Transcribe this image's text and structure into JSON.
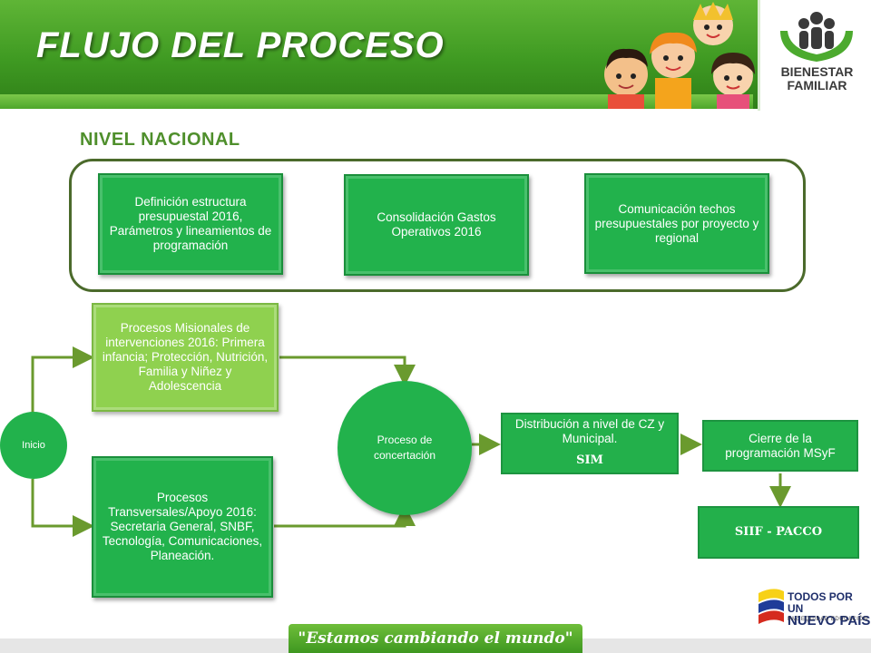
{
  "header": {
    "title": "FLUJO DEL PROCESO",
    "logo_line1": "BIENESTAR",
    "logo_line2": "FAMILIAR",
    "brand_color": "#3f9a22"
  },
  "section": {
    "subtitle": "NIVEL NACIONAL"
  },
  "national": {
    "box1": "Definición estructura presupuestal  2016, Parámetros  y lineamientos de programación",
    "box2": "Consolidación Gastos Operativos 2016",
    "box3": "Comunicación techos presupuestales  por proyecto y regional"
  },
  "flow": {
    "start": "Inicio",
    "misionales": "Procesos Misionales de intervenciones 2016: Primera infancia; Protección, Nutrición, Familia y Niñez y Adolescencia",
    "transversales": "Procesos Transversales/Apoyo 2016: Secretaria General, SNBF, Tecnología, Comunicaciones, Planeación.",
    "concertacion": "Proceso de concertación",
    "distribucion": "Distribución a nivel de CZ y Municipal.",
    "distribucion_sub": "SIM",
    "cierre": "Cierre de la programación MSyF",
    "siif": "SIIF - PACCO"
  },
  "footer": {
    "slogan": "\"Estamos cambiando el mundo\"",
    "gov_line1": "TODOS POR UN",
    "gov_line2": "NUEVO PAÍS",
    "gov_line3": "PAZ  EQUIDAD  EDUCACIÓN"
  },
  "colors": {
    "box_green": "#22b24c",
    "box_light": "#8fd14f",
    "arrow": "#6a9a2e",
    "frame": "#4b6a2b"
  }
}
